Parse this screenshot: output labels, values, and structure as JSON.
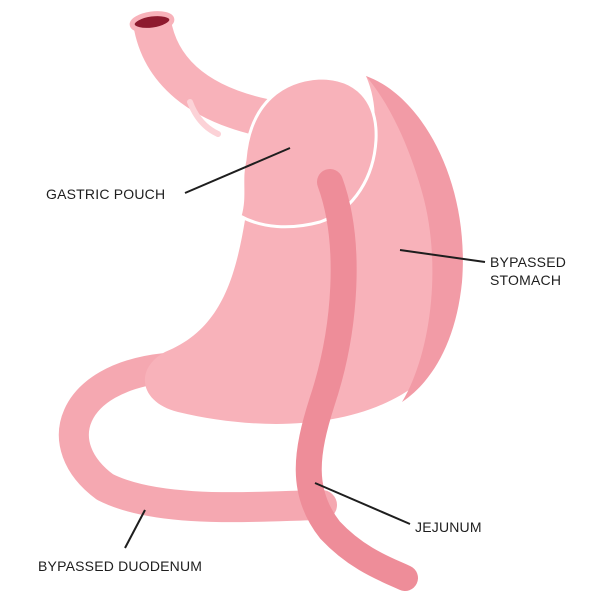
{
  "colors": {
    "stomach": "#f8b2ba",
    "stomach_shade": "#f29ba6",
    "jejunum": "#ee8d99",
    "duodenum": "#f5a8b1",
    "lumen": "#8e1a2e",
    "label_text": "#1e1e1e"
  },
  "labels": {
    "gastric_pouch": "GASTRIC POUCH",
    "bypassed_stomach_line1": "BYPASSED",
    "bypassed_stomach_line2": "STOMACH",
    "jejunum": "JEJUNUM",
    "bypassed_duodenum": "BYPASSED DUODENUM"
  }
}
